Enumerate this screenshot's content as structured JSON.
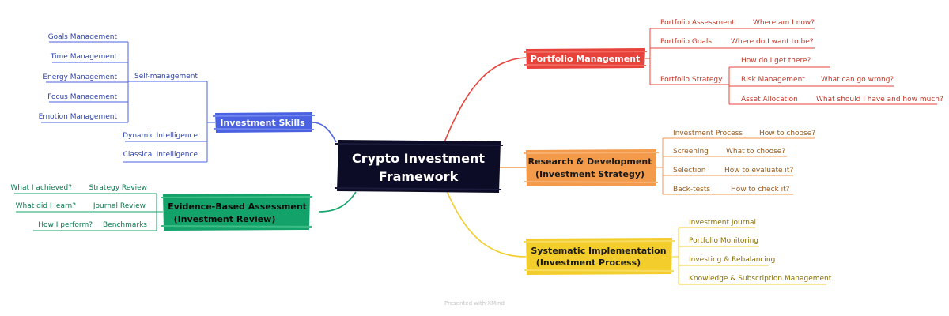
{
  "central": {
    "line1": "Crypto Investment",
    "line2": "Framework"
  },
  "branches": {
    "portfolio": {
      "label": "Portfolio Management",
      "color": "#e8433b",
      "assessment": {
        "label": "Portfolio Assessment",
        "question": "Where am I now?"
      },
      "goals": {
        "label": "Portfolio Goals",
        "question": "Where do I want to be?"
      },
      "strategy": {
        "label": "Portfolio Strategy",
        "question": "How do I get there?",
        "risk": {
          "label": "Risk Management",
          "question": "What can go wrong?"
        },
        "allocation": {
          "label": "Asset Allocation",
          "question": "What should I have and how much?"
        }
      }
    },
    "research": {
      "line1": "Research & Development",
      "line2": "(Investment Strategy)",
      "color": "#f39a4b",
      "items": [
        {
          "label": "Investment Process",
          "question": "How to choose?"
        },
        {
          "label": "Screening",
          "question": "What to choose?"
        },
        {
          "label": "Selection",
          "question": "How to evaluate it?"
        },
        {
          "label": "Back-tests",
          "question": "How to check it?"
        }
      ]
    },
    "implementation": {
      "line1": "Systematic Implementation",
      "line2": "(Investment Process)",
      "color": "#f3cd2b",
      "items": [
        "Investment Journal",
        "Portfolio Monitoring",
        "Investing & Rebalancing",
        "Knowledge & Subscription Management"
      ]
    },
    "skills": {
      "label": "Investment Skills",
      "color": "#4a62e2",
      "self_management": {
        "label": "Self-management",
        "items": [
          "Goals Management",
          "Time Management",
          "Energy Management",
          "Focus Management",
          "Emotion Management"
        ]
      },
      "dynamic": "Dynamic Intelligence",
      "classical": "Classical Intelligence"
    },
    "evidence": {
      "line1": "Evidence-Based Assessment",
      "line2": "(Investment Review)",
      "color": "#13a36a",
      "items": [
        {
          "label": "Strategy Review",
          "question": "What I achieved?"
        },
        {
          "label": "Journal Review",
          "question": "What did I learn?"
        },
        {
          "label": "Benchmarks",
          "question": "How I perform?"
        }
      ]
    }
  },
  "footer": "Presented with XMind"
}
